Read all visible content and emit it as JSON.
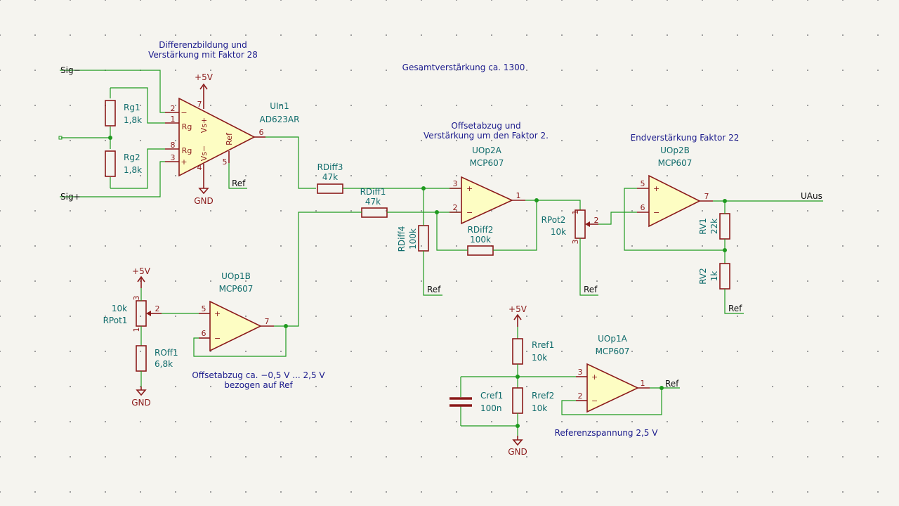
{
  "notes": {
    "diff_title_1": "Differenzbildung und",
    "diff_title_2": "Verstärkung mit Faktor 28",
    "total_gain": "Gesamtverstärkung ca. 1300",
    "offset_title_1": "Offsetabzug und",
    "offset_title_2": "Verstärkung um den Faktor 2.",
    "final_gain": "Endverstärkung Faktor 22",
    "offset_range_1": "Offsetabzug ca. −0,5 V ... 2,5 V",
    "offset_range_2": "bezogen auf Ref",
    "ref_voltage": "Referenzspannung 2,5 V"
  },
  "nets": {
    "sig_minus": "Sig−",
    "sig_plus": "Sig+",
    "uaus": "UAus",
    "ref": "Ref",
    "gnd": "GND",
    "vcc": "+5V"
  },
  "components": {
    "u_in1": {
      "ref": "UIn1",
      "value": "AD623AR",
      "pins": {
        "p2": "2",
        "p1": "1",
        "p8": "8",
        "p3": "3",
        "p7": "7",
        "p4": "4",
        "p5": "5",
        "p6": "6"
      },
      "labels": {
        "rg_a": "Rg",
        "rg_b": "Rg",
        "vs_plus": "Vs+",
        "vs_minus": "Vs−",
        "ref": "Ref",
        "minus": "−",
        "plus": "+"
      }
    },
    "rg1": {
      "ref": "Rg1",
      "value": "1,8k"
    },
    "rg2": {
      "ref": "Rg2",
      "value": "1,8k"
    },
    "rdiff3": {
      "ref": "RDiff3",
      "value": "47k"
    },
    "rdiff1": {
      "ref": "RDiff1",
      "value": "47k"
    },
    "rdiff4": {
      "ref": "RDiff4",
      "value": "100k"
    },
    "rdiff2": {
      "ref": "RDiff2",
      "value": "100k"
    },
    "uop2a": {
      "ref": "UOp2A",
      "value": "MCP607",
      "pins": {
        "p3": "3",
        "p2": "2",
        "p1": "1"
      }
    },
    "rpot2": {
      "ref": "RPot2",
      "value": "10k",
      "pins": {
        "p1": "1",
        "p2": "2",
        "p3": "3"
      }
    },
    "uop2b": {
      "ref": "UOp2B",
      "value": "MCP607",
      "pins": {
        "p5": "5",
        "p6": "6",
        "p7": "7"
      }
    },
    "rv1": {
      "ref": "RV1",
      "value": "22k"
    },
    "rv2": {
      "ref": "RV2",
      "value": "1k"
    },
    "rpot1": {
      "ref": "RPot1",
      "value": "10k",
      "pins": {
        "p3": "3",
        "p2": "2",
        "p1": "1"
      }
    },
    "roff1": {
      "ref": "ROff1",
      "value": "6,8k"
    },
    "uop1b": {
      "ref": "UOp1B",
      "value": "MCP607",
      "pins": {
        "p5": "5",
        "p6": "6",
        "p7": "7"
      }
    },
    "rref1": {
      "ref": "Rref1",
      "value": "10k"
    },
    "rref2": {
      "ref": "Rref2",
      "value": "10k"
    },
    "cref1": {
      "ref": "Cref1",
      "value": "100n"
    },
    "uop1a": {
      "ref": "UOp1A",
      "value": "MCP607",
      "pins": {
        "p3": "3",
        "p2": "2",
        "p1": "1"
      }
    }
  },
  "colors": {
    "wire": "#1f9a1f",
    "symbol": "#8b1a1a",
    "body_fill": "#fdfdc3",
    "ref_text": "#0f6b6b",
    "note_text": "#1a1a8c",
    "background": "#f5f4ef"
  }
}
